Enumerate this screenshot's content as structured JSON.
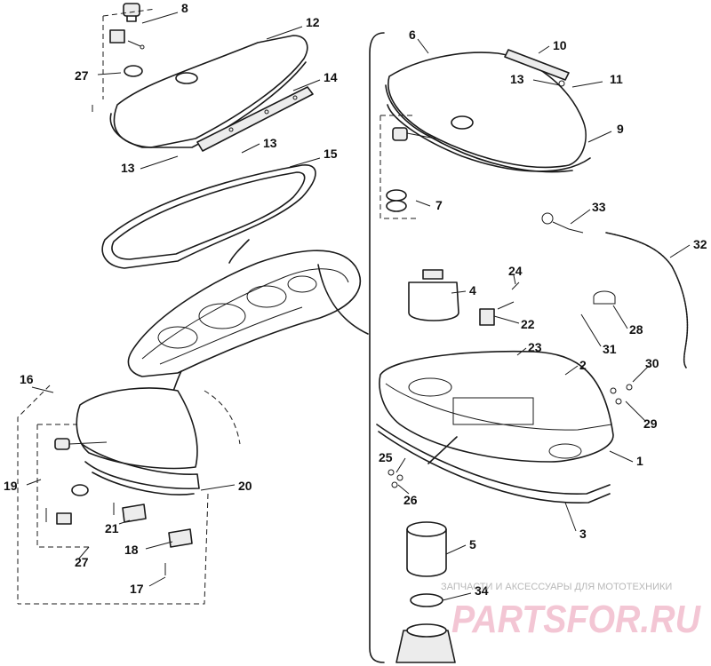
{
  "callouts": [
    {
      "id": "c1",
      "text": "1"
    },
    {
      "id": "c2",
      "text": "2"
    },
    {
      "id": "c3",
      "text": "3"
    },
    {
      "id": "c4",
      "text": "4"
    },
    {
      "id": "c5",
      "text": "5"
    },
    {
      "id": "c6",
      "text": "6"
    },
    {
      "id": "c7",
      "text": "7"
    },
    {
      "id": "c8",
      "text": "8"
    },
    {
      "id": "c9",
      "text": "9"
    },
    {
      "id": "c10",
      "text": "10"
    },
    {
      "id": "c11",
      "text": "11"
    },
    {
      "id": "c12",
      "text": "12"
    },
    {
      "id": "c13a",
      "text": "13"
    },
    {
      "id": "c13b",
      "text": "13"
    },
    {
      "id": "c13c",
      "text": "13"
    },
    {
      "id": "c14",
      "text": "14"
    },
    {
      "id": "c15",
      "text": "15"
    },
    {
      "id": "c16",
      "text": "16"
    },
    {
      "id": "c17",
      "text": "17"
    },
    {
      "id": "c18",
      "text": "18"
    },
    {
      "id": "c19",
      "text": "19"
    },
    {
      "id": "c20",
      "text": "20"
    },
    {
      "id": "c21",
      "text": "21"
    },
    {
      "id": "c22",
      "text": "22"
    },
    {
      "id": "c23",
      "text": "23"
    },
    {
      "id": "c24",
      "text": "24"
    },
    {
      "id": "c25",
      "text": "25"
    },
    {
      "id": "c26",
      "text": "26"
    },
    {
      "id": "c27a",
      "text": "27"
    },
    {
      "id": "c27b",
      "text": "27"
    },
    {
      "id": "c28",
      "text": "28"
    },
    {
      "id": "c29",
      "text": "29"
    },
    {
      "id": "c30",
      "text": "30"
    },
    {
      "id": "c31",
      "text": "31"
    },
    {
      "id": "c32",
      "text": "32"
    },
    {
      "id": "c33",
      "text": "33"
    },
    {
      "id": "c34",
      "text": "34"
    }
  ],
  "watermark": {
    "caption": "ЗАПЧАСТИ И АКСЕССУАРЫ ДЛЯ МОТОТЕХНИКИ",
    "logo": "PARTSFOR.RU",
    "color": "#f3c6d4"
  }
}
